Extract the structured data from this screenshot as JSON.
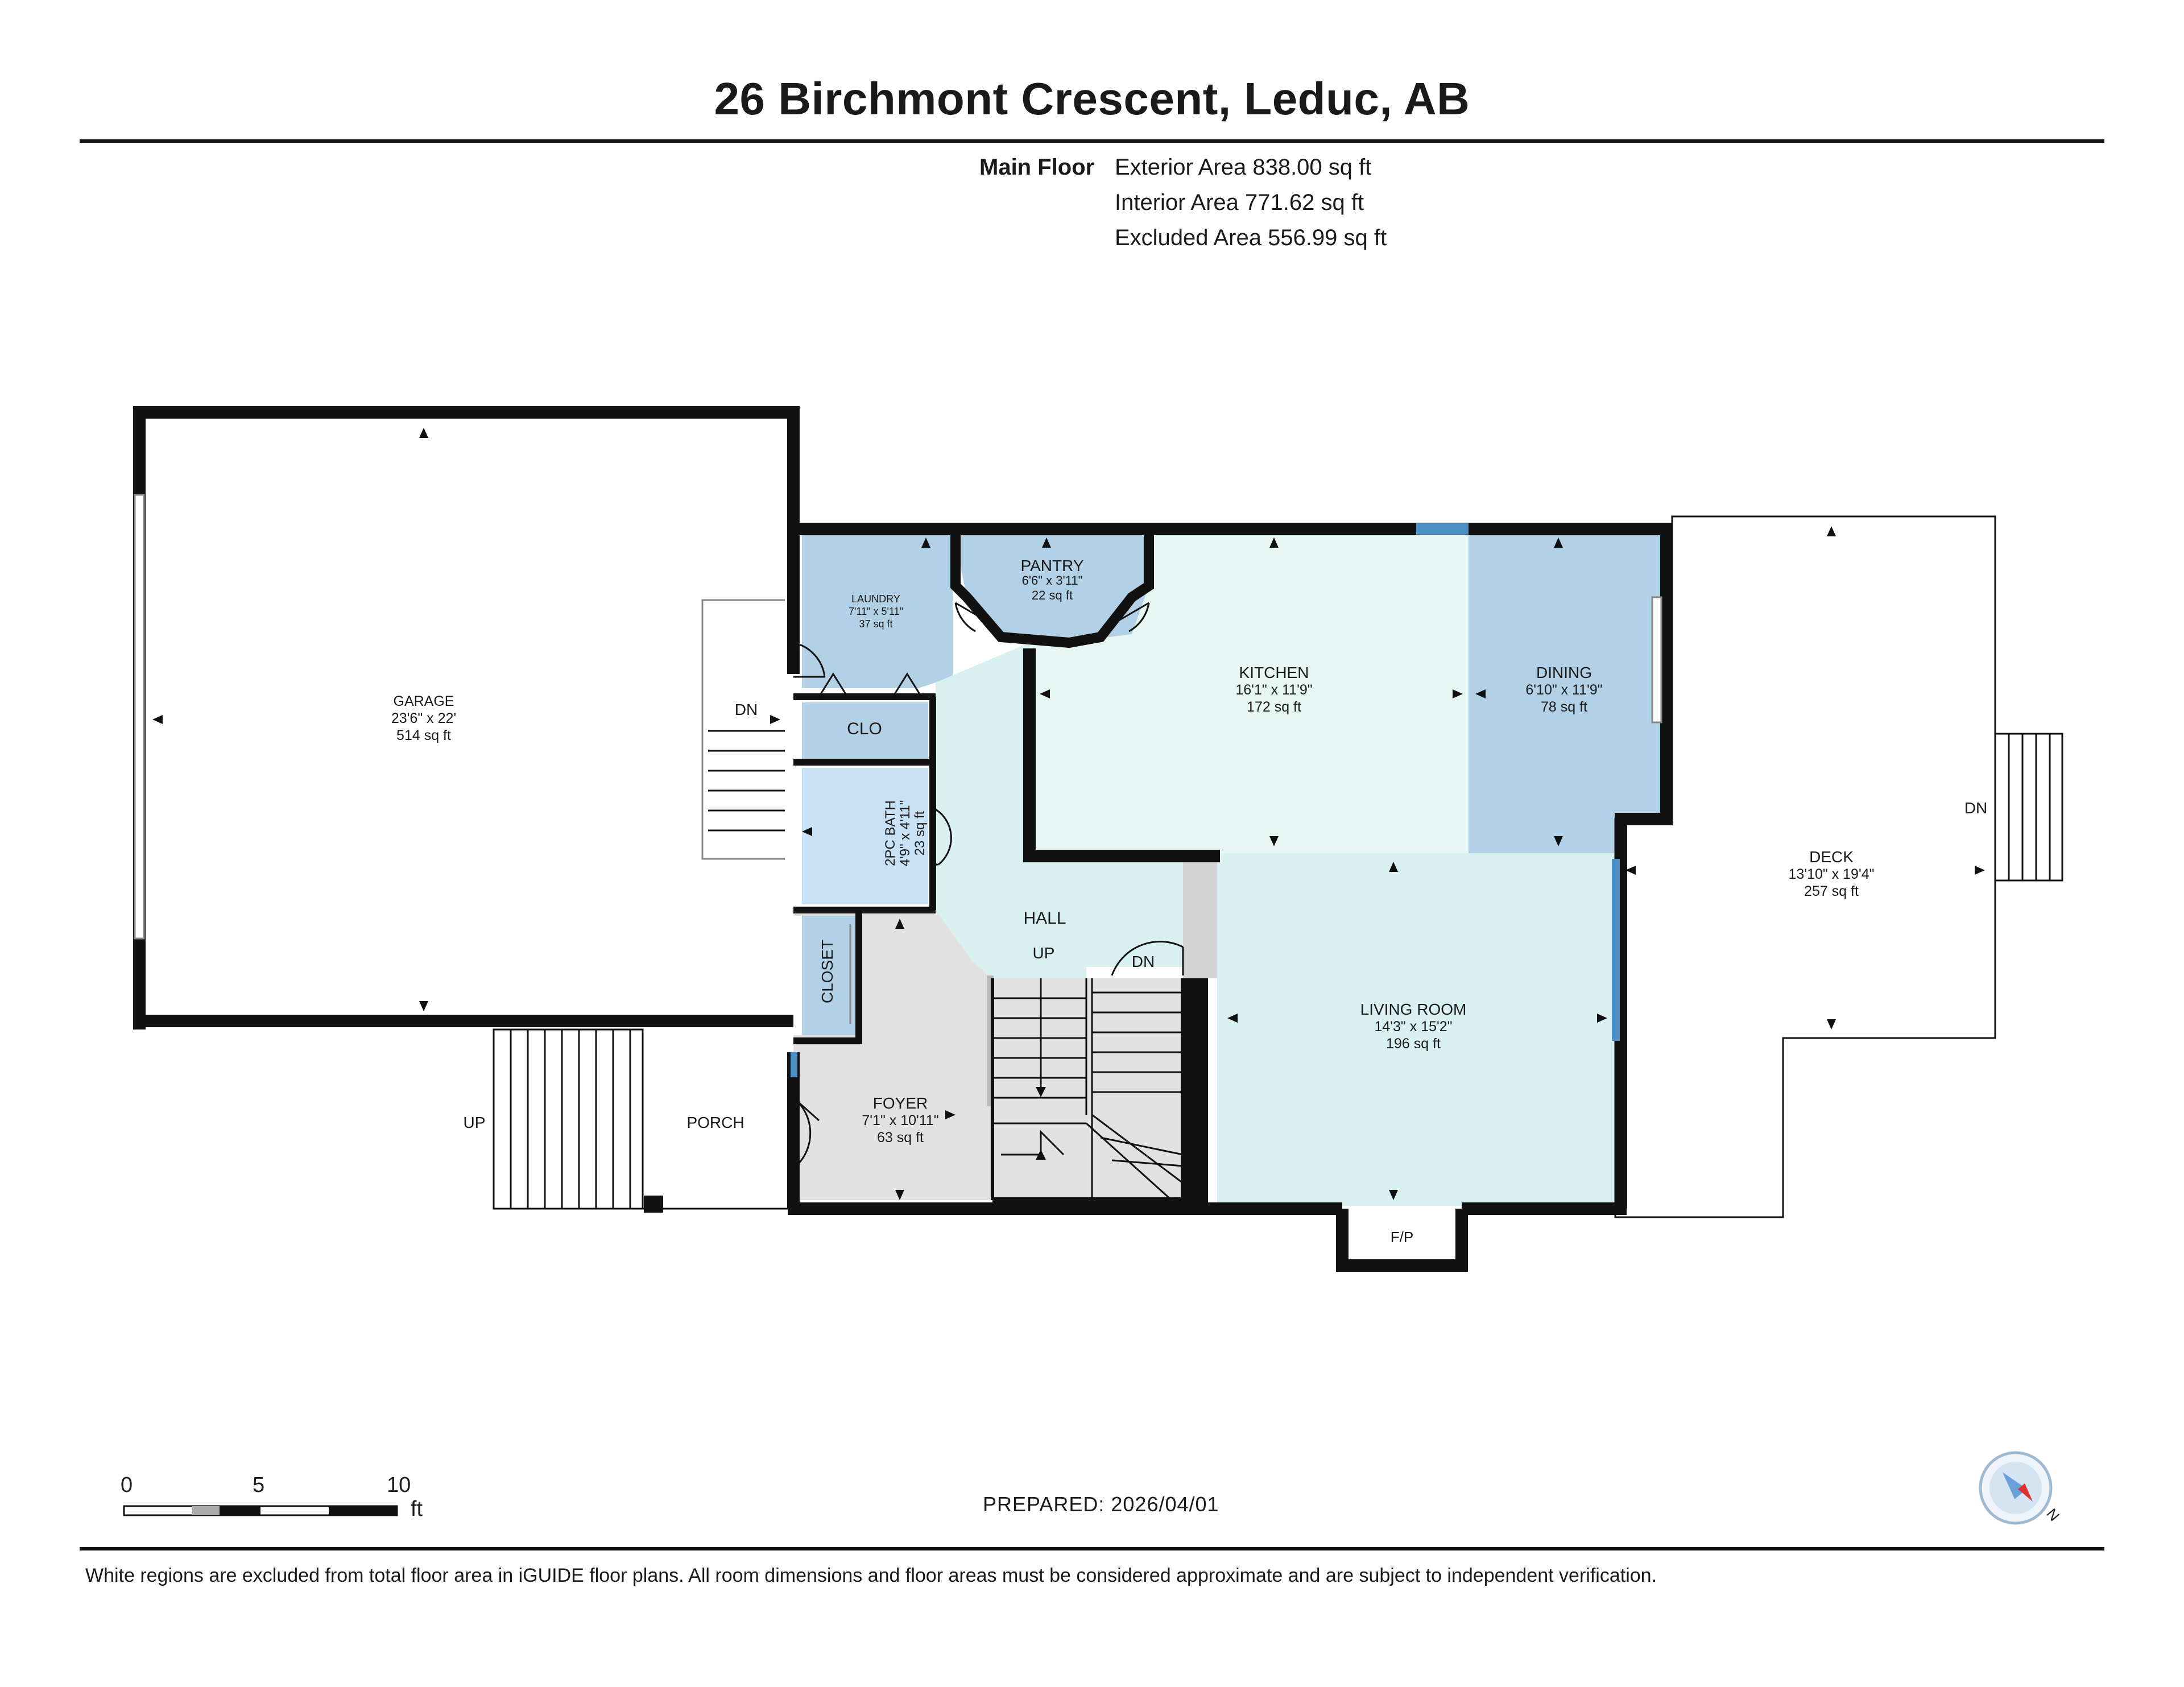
{
  "title": "26 Birchmont Crescent, Leduc, AB",
  "floor": {
    "label": "Main Floor",
    "exterior_area": "Exterior Area 838.00 sq ft",
    "interior_area": "Interior Area 771.62 sq ft",
    "excluded_area": "Excluded Area 556.99 sq ft"
  },
  "rooms": {
    "garage": {
      "name": "GARAGE",
      "dims": "23'6\" x 22'",
      "area": "514 sq ft"
    },
    "laundry": {
      "name": "LAUNDRY",
      "dims": "7'11\" x 5'11\"",
      "area": "37 sq ft"
    },
    "pantry": {
      "name": "PANTRY",
      "dims": "6'6\" x 3'11\"",
      "area": "22 sq ft"
    },
    "kitchen": {
      "name": "KITCHEN",
      "dims": "16'1\" x 11'9\"",
      "area": "172 sq ft"
    },
    "dining": {
      "name": "DINING",
      "dims": "6'10\" x 11'9\"",
      "area": "78 sq ft"
    },
    "deck": {
      "name": "DECK",
      "dims": "13'10\" x 19'4\"",
      "area": "257 sq ft"
    },
    "clo": {
      "name": "CLO"
    },
    "bath": {
      "name": "2PC BATH",
      "dims": "4'9\" x 4'11\"",
      "area": "23 sq ft"
    },
    "hall": {
      "name": "HALL"
    },
    "closet": {
      "name": "CLOSET"
    },
    "living": {
      "name": "LIVING ROOM",
      "dims": "14'3\" x 15'2\"",
      "area": "196 sq ft"
    },
    "foyer": {
      "name": "FOYER",
      "dims": "7'1\" x 10'11\"",
      "area": "63 sq ft"
    },
    "porch": {
      "name": "PORCH"
    },
    "fp": {
      "name": "F/P"
    }
  },
  "stair_labels": {
    "garage_dn": "DN",
    "hall_up": "UP",
    "hall_dn": "DN",
    "porch_up": "UP",
    "deck_dn": "DN"
  },
  "scale": {
    "t0": "0",
    "t5": "5",
    "t10": "10",
    "unit": "ft"
  },
  "prepared": "PREPARED: 2026/04/01",
  "disclaimer": "White regions are excluded from total floor area in iGUIDE floor plans. All room dimensions and floor areas must be considered approximate and are subject to independent verification.",
  "compass_label": "N",
  "colors": {
    "wall": "#111111",
    "blue_room": "#b3d1e6",
    "light_blue": "#c8e1f4",
    "mint": "#e6f7f3",
    "teal": "#d8f1f0",
    "grey": "#e2e2e2",
    "window": "#4a90c8"
  }
}
